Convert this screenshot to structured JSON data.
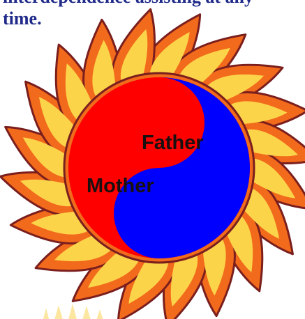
{
  "caption": {
    "line1": "interdependence assisting at any",
    "line2": "time."
  },
  "yin_yang": {
    "father_label": "Father",
    "mother_label": "Mother"
  },
  "colors": {
    "caption_text": "#1f2a8a",
    "flame_dark": "#7a1e1e",
    "flame_orange": "#f26a1b",
    "flame_yellow": "#fcd44a",
    "yin_red": "#ff0000",
    "yang_blue": "#0000ff",
    "label_text": "#1a1010"
  },
  "icons": {
    "sun": "flame-sun-icon",
    "small_sun": "small-sun-rays-icon"
  }
}
